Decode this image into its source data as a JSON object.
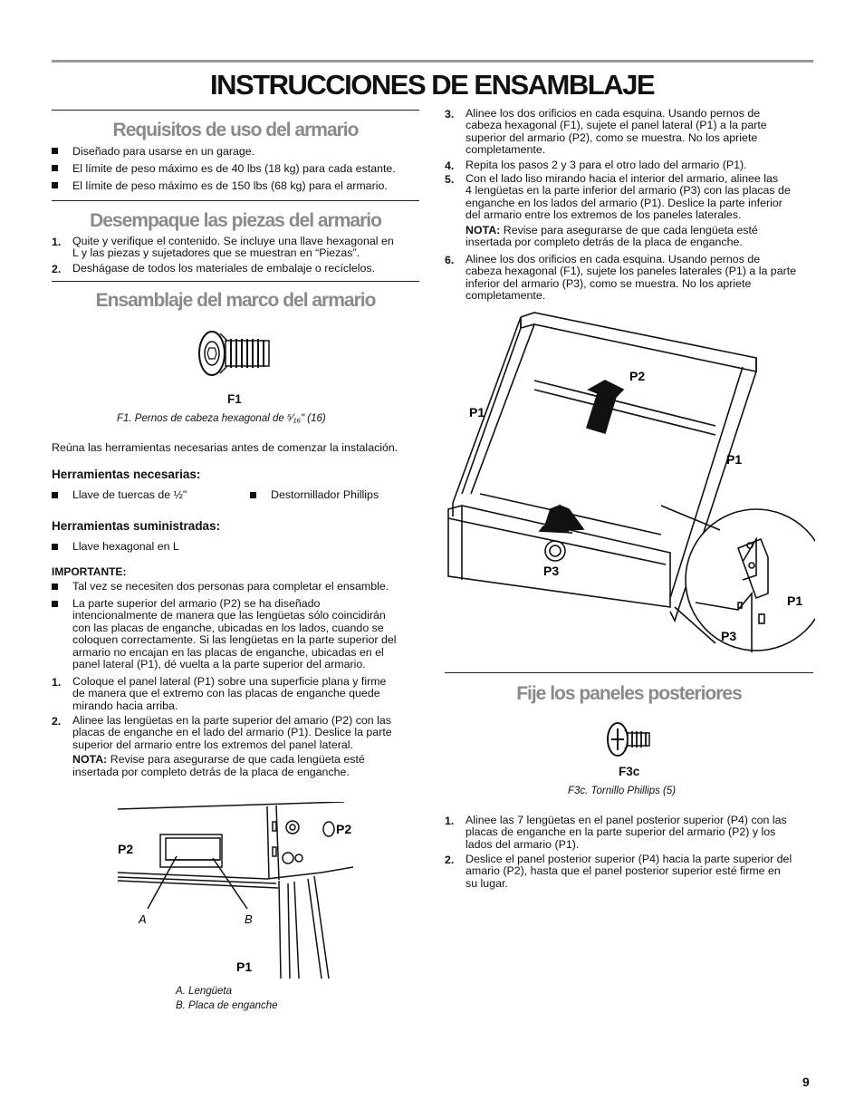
{
  "page": {
    "title": "INSTRUCCIONES DE ENSAMBLAJE",
    "page_number": "9"
  },
  "left": {
    "req": {
      "heading": "Requisitos de uso del armario",
      "bullets": [
        "Diseñado para usarse en un garage.",
        "El límite de peso máximo es de 40 lbs (18 kg) para cada estante.",
        "El límite de peso máximo es de 150 lbs (68 kg) para el armario."
      ]
    },
    "unpack": {
      "heading": "Desempaque las piezas del armario",
      "steps": [
        {
          "n": "1.",
          "lines": [
            "Quite y verifique el contenido. Se incluye una llave hexagonal en",
            "L y las piezas y sujetadores que se muestran en “Piezas”."
          ]
        },
        {
          "n": "2.",
          "lines": [
            "Deshágase de todos los materiales de embalaje o recíclelos."
          ]
        }
      ]
    },
    "frame": {
      "heading": "Ensamblaje del marco del armario",
      "fig_label": "F1",
      "fig_caption": "F1.  Pernos de cabeza hexagonal de ⁵⁄₁₆\" (16)",
      "intro": "Reúna las herramientas necesarias antes de comenzar la instalación.",
      "tools_needed_title": "Herramientas necesarias:",
      "tools_needed": [
        "Llave de tuercas de ½\"",
        "Destornillador Phillips"
      ],
      "tools_supplied_title": "Herramientas suministradas:",
      "tools_supplied": [
        "Llave hexagonal en L"
      ],
      "important_title": "IMPORTANTE:",
      "important_1": "Tal vez se necesiten dos personas para completar el ensamble.",
      "important_2": [
        "La parte superior del armario (P2) se ha diseñado",
        "intencionalmente de manera que las lengüetas sólo coincidirán",
        "con las placas de enganche, ubicadas en los lados, cuando se",
        "coloquen correctamente. Si las lengüetas en la parte superior del",
        "armario no encajan en las placas de enganche, ubicadas en el",
        "panel lateral (P1), dé vuelta a la parte superior del armario."
      ],
      "step1_n": "1.",
      "step1": [
        "Coloque el panel lateral (P1) sobre una superficie plana y firme",
        "de manera que el extremo con las placas de enganche quede",
        "mirando hacia arriba."
      ],
      "step2_n": "2.",
      "step2": [
        "Alinee las lengüetas en la parte superior del amario (P2) con las",
        "placas de enganche en el lado del armario (P1). Deslice la parte",
        "superior del armario entre los extremos del panel lateral."
      ],
      "note_label": "NOTA:",
      "note_line1": " Revise para asegurarse de que cada lengüeta esté",
      "note_line2": "insertada por completo detrás de la placa de enganche.",
      "fig2": {
        "p2_left": "P2",
        "p2_right": "P2",
        "a": "A",
        "b": "B",
        "p1": "P1",
        "cap_a": "A. Lengüeta",
        "cap_b": "B. Placa de enganche"
      }
    }
  },
  "right": {
    "step3_n": "3.",
    "step3": [
      "Alinee los dos orificios en cada esquina. Usando pernos de",
      "cabeza hexagonal (F1), sujete el panel lateral (P1) a la parte",
      "superior del armario (P2), como se muestra. No los apriete",
      "completamente."
    ],
    "step4_n": "4.",
    "step4": "Repita los pasos 2 y 3 para el otro lado del armario (P1).",
    "step5_n": "5.",
    "step5": [
      "Con el lado liso mirando hacia el interior del armario, alinee las",
      "4 lengüetas en la parte inferior del armario (P3) con las placas de",
      "enganche en los lados del armario (P1). Deslice la parte inferior",
      "del armario entre los extremos de los paneles laterales."
    ],
    "note_label": "NOTA:",
    "note_line1": " Revise para asegurarse de que cada lengüeta esté",
    "note_line2": "insertada por completo detrás de la placa de enganche.",
    "step6_n": "6.",
    "step6": [
      "Alinee los dos orificios en cada esquina. Usando pernos de",
      "cabeza hexagonal (F1), sujete los paneles laterales (P1) a la parte",
      "inferior del armario (P3), como se muestra. No los apriete",
      "completamente."
    ],
    "fig3": {
      "p2": "P2",
      "p1_left": "P1",
      "p1_right": "P1",
      "p3": "P3",
      "p1_detail": "P1",
      "p3_detail": "P3"
    },
    "back": {
      "heading": "Fije los paneles posteriores",
      "fig_label": "F3c",
      "fig_caption": "F3c. Tornillo Phillips (5)",
      "step1_n": "1.",
      "step1": [
        "Alinee las 7 lengüetas en el panel posterior superior (P4) con las",
        "placas de enganche en la parte superior del armario (P2) y los",
        "lados del armario (P1)."
      ],
      "step2_n": "2.",
      "step2": [
        "Deslice el panel posterior superior (P4) hacia la parte superior del",
        "amario (P2), hasta que el panel posterior superior esté firme en",
        "su lugar."
      ]
    }
  }
}
